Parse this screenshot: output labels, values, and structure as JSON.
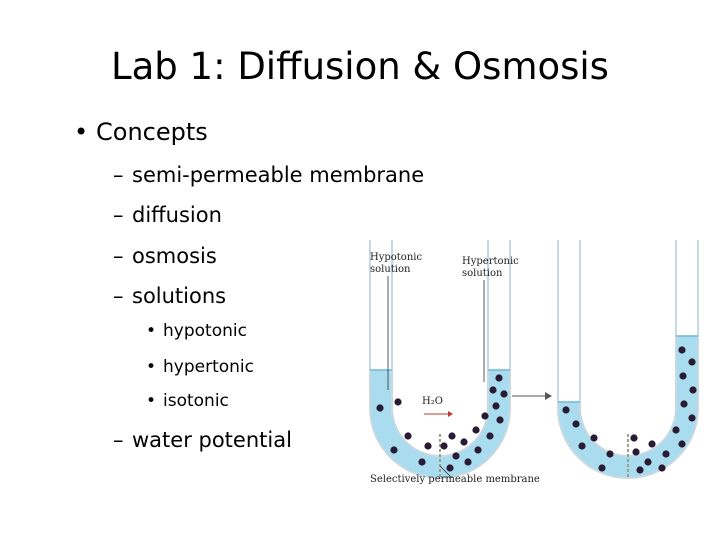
{
  "slide": {
    "title": "Lab 1: Diffusion & Osmosis",
    "bullet_marker": "•",
    "dash_marker": "–",
    "concepts": {
      "label": "Concepts",
      "items": [
        "semi-permeable membrane",
        "diffusion",
        "osmosis",
        "solutions"
      ],
      "solution_types": [
        "hypotonic",
        "hypertonic",
        "isotonic"
      ],
      "last_item": "water potential"
    }
  },
  "diagram": {
    "labels": {
      "hypotonic": [
        "Hypotonic",
        "solution"
      ],
      "hypertonic": [
        "Hypertonic",
        "solution"
      ],
      "water": "H₂O",
      "membrane": "Selectively permeable membrane"
    },
    "colors": {
      "liquid": "#a9dcef",
      "liquid_edge": "#6fb8d6",
      "glass": "#c9d9e0",
      "particle": "#2a1b34",
      "membrane": "#9aa38a"
    }
  }
}
